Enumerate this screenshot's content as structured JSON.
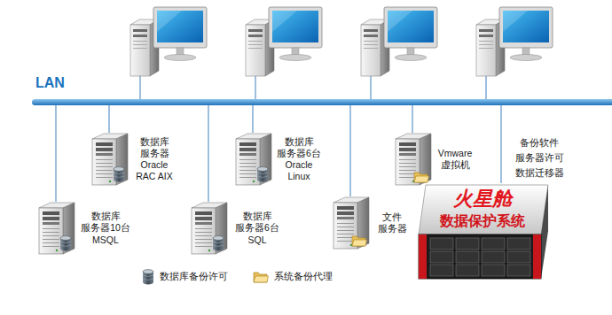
{
  "diagram": {
    "nodes": [
      {
        "text": [
          "LAN"
        ]
      },
      {
        "text": [
          "数据库 服务器10台 MSQL"
        ]
      },
      {
        "text": [
          "数据库 服务器 Oracle RAC AIX"
        ]
      },
      {
        "text": [
          "数据库 服务器6台 SQL"
        ]
      },
      {
        "text": [
          "数据库 服务器6台 Oracle Linux"
        ]
      },
      {
        "text": [
          "文件 服务器"
        ]
      },
      {
        "text": [
          "Vmware 虚拟机"
        ]
      },
      {
        "text": [
          "备份软件 服务器许可 数据迁移器",
          "火星舱",
          "数据保护系统"
        ]
      }
    ],
    "edges": [
      {
        "from": 0,
        "to": 1,
        "arrow": "none"
      },
      {
        "from": 0,
        "to": 2,
        "arrow": "none"
      },
      {
        "from": 0,
        "to": 3,
        "arrow": "none"
      },
      {
        "from": 0,
        "to": 4,
        "arrow": "none"
      },
      {
        "from": 0,
        "to": 5,
        "arrow": "none"
      },
      {
        "from": 0,
        "to": 6,
        "arrow": "none"
      },
      {
        "from": 0,
        "to": 7,
        "arrow": "none"
      }
    ],
    "legend": [
      {
        "text": "数据库备份许可"
      },
      {
        "text": "系统备份代理"
      }
    ]
  }
}
